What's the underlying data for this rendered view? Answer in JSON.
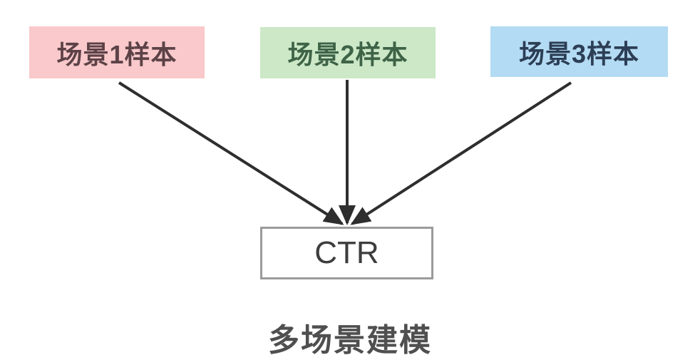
{
  "diagram": {
    "title": "多场景建模",
    "title_color": "#4f4f4f",
    "scene_boxes": [
      {
        "label": "场景1样本",
        "bg": "#f9c9cb",
        "color": "#5c4247"
      },
      {
        "label": "场景2样本",
        "bg": "#cce8c7",
        "color": "#3e6347"
      },
      {
        "label": "场景3样本",
        "bg": "#b3dbf3",
        "color": "#2c3e55"
      }
    ],
    "output_box": {
      "label": "CTR",
      "bg": "#ffffff",
      "border": "#9b9b9b",
      "color": "#3d3d3d"
    },
    "arrow_color": "#2e2e2e"
  }
}
